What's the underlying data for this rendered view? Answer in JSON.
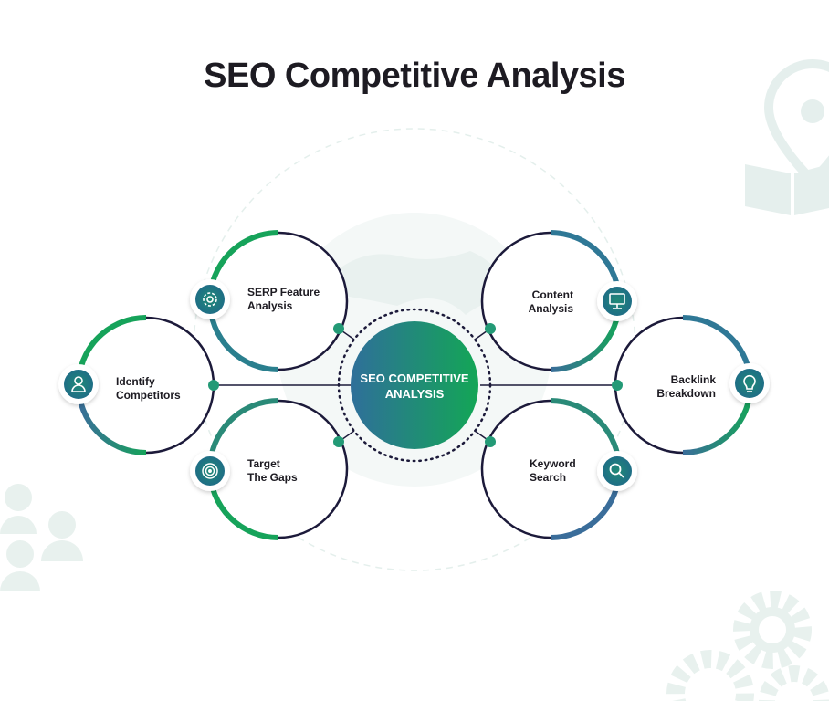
{
  "title": "SEO Competitive Analysis",
  "center": {
    "line1": "SEO COMPETITIVE",
    "line2": "ANALYSIS"
  },
  "nodes": [
    {
      "id": "serp",
      "line1": "SERP Feature",
      "line2": "Analysis",
      "icon": "gear-icon"
    },
    {
      "id": "identify",
      "line1": "Identify",
      "line2": "Competitors",
      "icon": "person-icon"
    },
    {
      "id": "target",
      "line1": "Target",
      "line2": "The Gaps",
      "icon": "target-icon"
    },
    {
      "id": "content",
      "line1": "Content",
      "line2": "Analysis",
      "icon": "monitor-icon"
    },
    {
      "id": "backlink",
      "line1": "Backlink",
      "line2": "Breakdown",
      "icon": "lightbulb-icon"
    },
    {
      "id": "keyword",
      "line1": "Keyword",
      "line2": "Search",
      "icon": "magnifier-icon"
    }
  ],
  "colors": {
    "green": "#16a35a",
    "teal": "#2a7f8e",
    "blue": "#3a6d9a",
    "navy": "#1c1a3a",
    "decor": "#eaf3f0"
  }
}
